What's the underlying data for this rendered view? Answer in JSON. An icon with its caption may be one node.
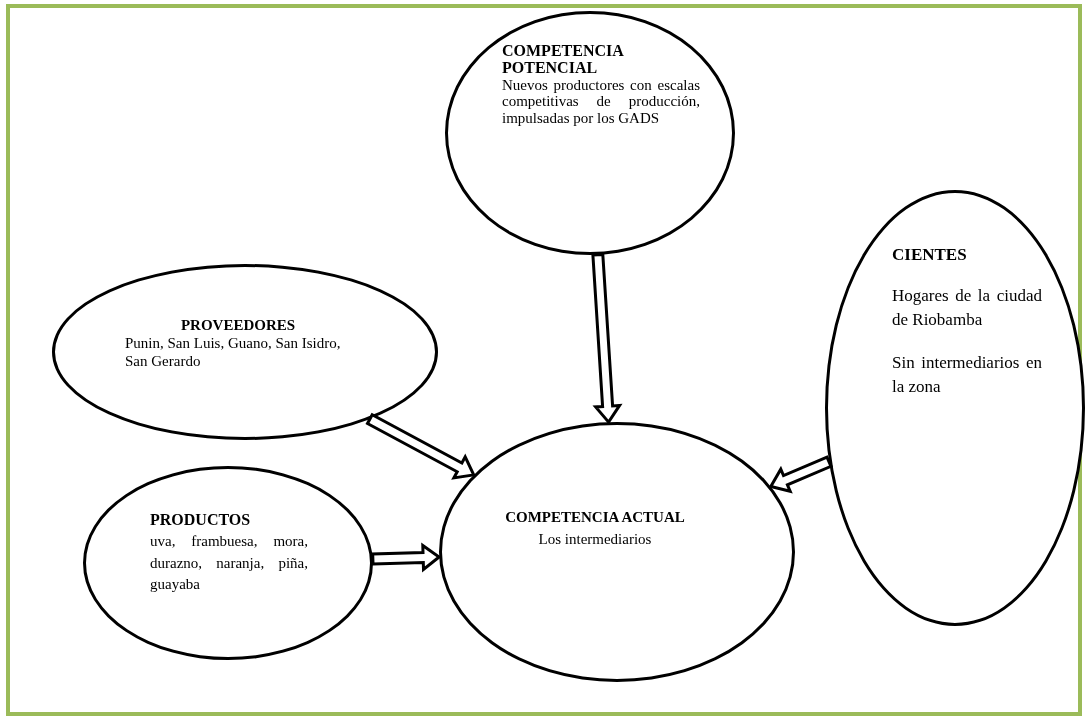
{
  "diagram": {
    "nodes": [
      {
        "text": [
          "COMPETENCIA POTENCIAL",
          "Nuevos productores con escalas competitivas de producción, impulsadas por los GADS"
        ]
      },
      {
        "text": [
          "PROVEEDORES",
          "Punin, San Luis, Guano, San Isidro, San Gerardo"
        ]
      },
      {
        "text": [
          "CIENTES",
          "Hogares de la ciudad de Riobamba",
          "Sin intermediarios en la zona"
        ]
      },
      {
        "text": [
          "PRODUCTOS",
          "uva, frambuesa, mora, durazno, naranja, piña, guayaba"
        ]
      },
      {
        "text": [
          "COMPETENCIA ACTUAL",
          "Los intermediarios"
        ]
      }
    ],
    "edges": [
      {
        "from": 0,
        "to": 4,
        "arrow": "to"
      },
      {
        "from": 1,
        "to": 4,
        "arrow": "to"
      },
      {
        "from": 2,
        "to": 4,
        "arrow": "to"
      },
      {
        "from": 3,
        "to": 4,
        "arrow": "to"
      }
    ]
  }
}
